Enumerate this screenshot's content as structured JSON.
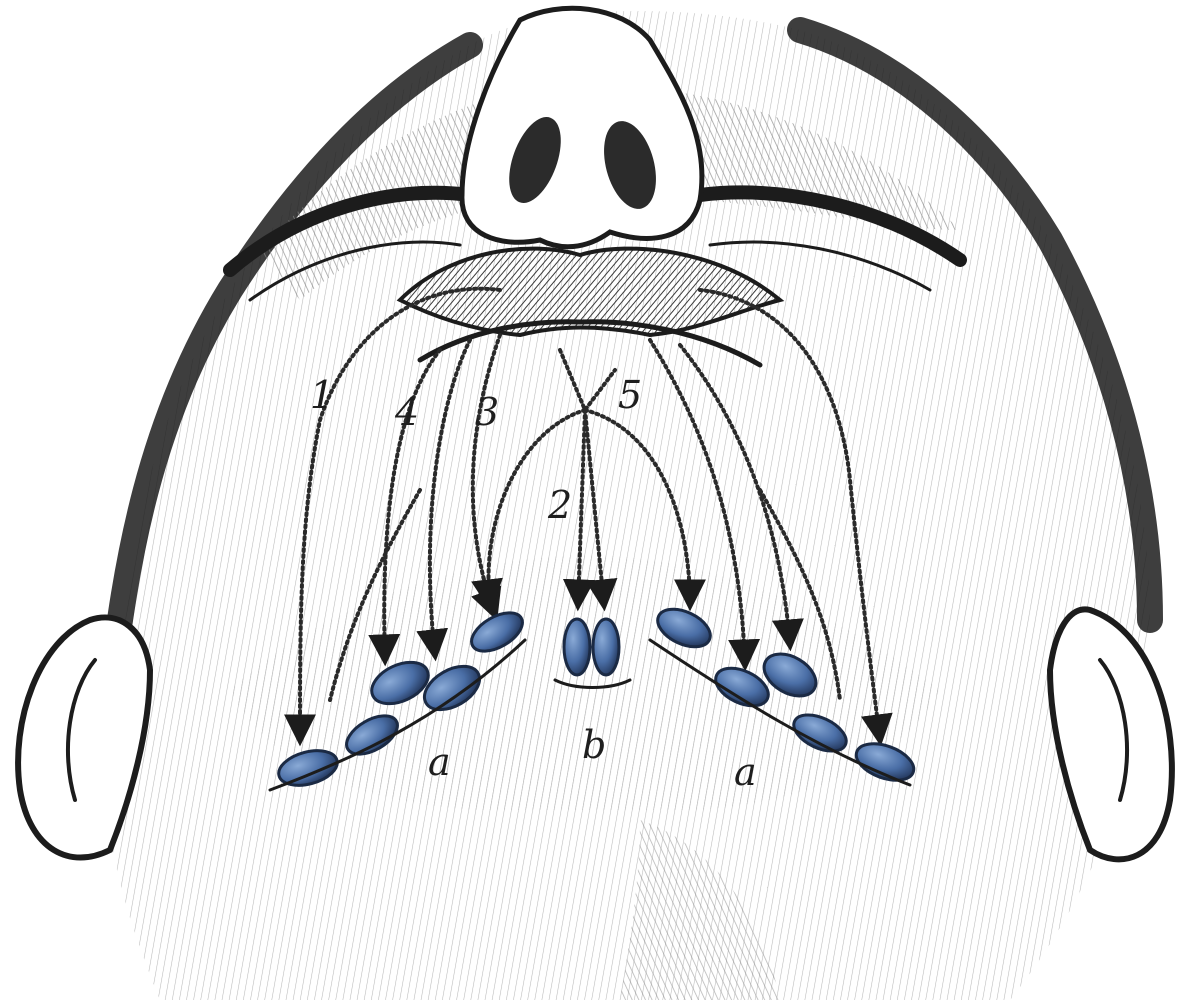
{
  "figure": {
    "labels": {
      "vessel_1": "1",
      "vessel_2": "2",
      "vessel_3": "3",
      "vessel_4": "4",
      "vessel_5": "5",
      "group_a_left": "a",
      "group_b": "b",
      "group_a_right": "a"
    },
    "colors": {
      "paper": "#ffffff",
      "ink": "#1e1e1e",
      "shade": "#9c9c9c",
      "node_fill": "#4a6ea6",
      "node_light": "#7fa0cf"
    }
  }
}
